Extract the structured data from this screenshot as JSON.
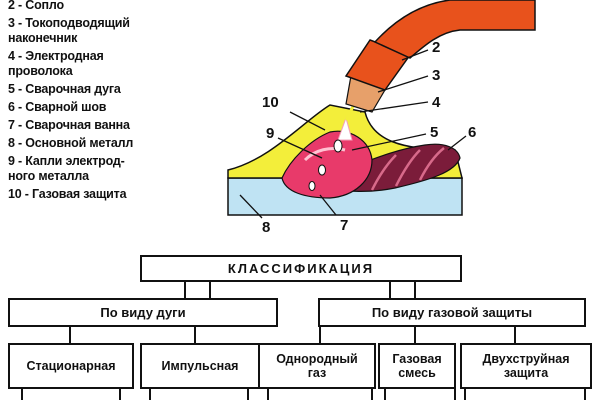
{
  "legend": [
    "2 - Сопло",
    "3 - Токоподводящий\nнаконечник",
    "4 - Электродная\nпроволока",
    "5 - Сварочная дуга",
    "6 - Сварной шов",
    "7 - Сварочная ванна",
    "8 - Основной металл",
    "9 - Капли электрод-\nного  металла",
    "10 - Газовая защита"
  ],
  "callouts": [
    "2",
    "3",
    "4",
    "5",
    "6",
    "7",
    "8",
    "9",
    "10"
  ],
  "classification": {
    "title": "КЛАССИФИКАЦИЯ",
    "groups": [
      {
        "label": "По виду дуги",
        "items": [
          "Стационарная",
          "Импульсная"
        ]
      },
      {
        "label": "По виду газовой защиты",
        "items": [
          "Однородный\nгаз",
          "Газовая\nсмесь",
          "Двухструйная\nзащита"
        ]
      }
    ]
  },
  "colors": {
    "nozzle": "#e8521c",
    "shield_gas": "#f3ee3a",
    "base_metal": "#bfe3f3",
    "weld_pool": "#e83a6a",
    "weld_seam": "#7b1c3a",
    "ink": "#111111"
  }
}
